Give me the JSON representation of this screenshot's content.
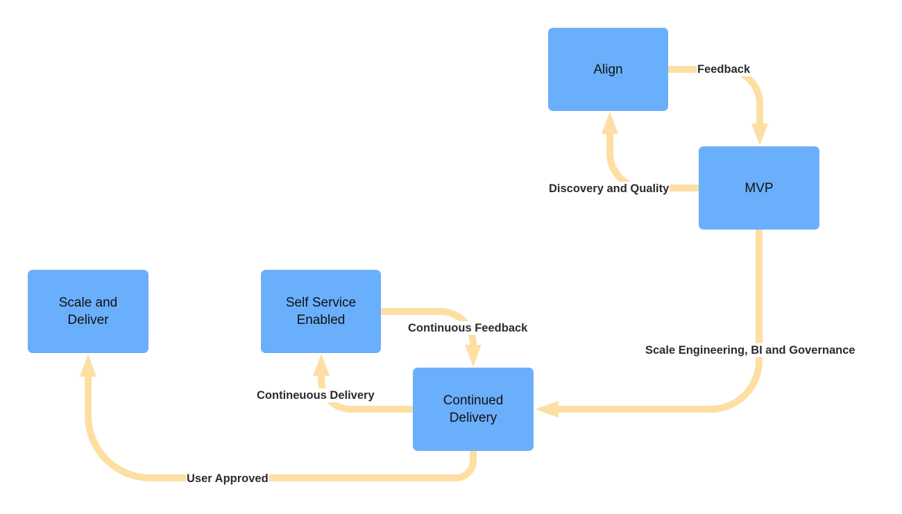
{
  "colors": {
    "node_fill": "#6aaffc",
    "edge": "#fddfa4",
    "label_text": "#2b2b2b",
    "background": "#ffffff"
  },
  "nodes": {
    "align": "Align",
    "mvp": "MVP",
    "scale_deliver": "Scale and\nDeliver",
    "self_service": "Self Service\nEnabled",
    "continued_delivery": "Continued\nDelivery"
  },
  "edges": [
    {
      "from": "align",
      "to": "mvp",
      "label": "Feedback"
    },
    {
      "from": "mvp",
      "to": "align",
      "label": "Discovery and Quality"
    },
    {
      "from": "mvp",
      "to": "continued_delivery",
      "label": "Scale Engineering, BI and Governance"
    },
    {
      "from": "self_service",
      "to": "continued_delivery",
      "label": "Continuous Feedback"
    },
    {
      "from": "continued_delivery",
      "to": "self_service",
      "label": "Contineuous Delivery"
    },
    {
      "from": "continued_delivery",
      "to": "scale_deliver",
      "label": "User Approved"
    }
  ]
}
